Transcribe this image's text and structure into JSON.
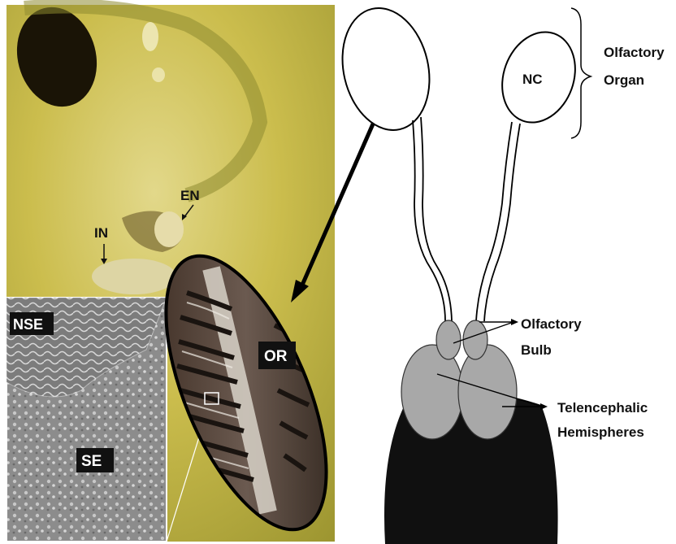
{
  "photo_panel": {
    "labels": {
      "en": "EN",
      "in": "IN",
      "or": "OR",
      "nse": "NSE",
      "se": "SE"
    }
  },
  "diagram_panel": {
    "labels": {
      "nc": "NC",
      "olfactory_organ_line1": "Olfactory",
      "olfactory_organ_line2": "Organ",
      "olfactory_bulb_line1": "Olfactory",
      "olfactory_bulb_line2": "Bulb",
      "telencephalic_line1": "Telencephalic",
      "telencephalic_line2": "Hemispheres"
    }
  },
  "colors": {
    "photo_background": "#c9bf4a",
    "sem_gray": "#9a9a9a",
    "brain_gray": "#a6a6a6",
    "brain_black": "#101010"
  }
}
